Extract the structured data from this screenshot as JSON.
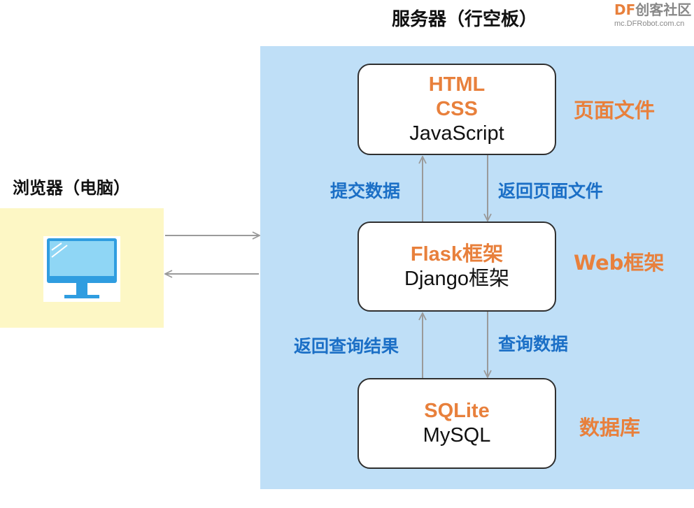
{
  "titles": {
    "server": "服务器（行空板）",
    "browser": "浏览器（电脑）"
  },
  "watermark": {
    "brand_df": "DF",
    "brand_cn": "创客社区",
    "url": "mc.DFRobot.com.cn"
  },
  "layers": [
    {
      "lines_highlight": [
        "HTML",
        "CSS"
      ],
      "lines_normal": [
        "JavaScript"
      ],
      "side_label": "页面文件"
    },
    {
      "lines_highlight": [
        "Flask框架"
      ],
      "lines_normal": [
        "Django框架"
      ],
      "side_label": "Web框架"
    },
    {
      "lines_highlight": [
        "SQLite"
      ],
      "lines_normal": [
        "MySQL"
      ],
      "side_label": "数据库"
    }
  ],
  "arrow_labels": {
    "submit_data": "提交数据",
    "return_page_files": "返回页面文件",
    "return_query_result": "返回查询结果",
    "query_data": "查询数据"
  },
  "icons": {
    "monitor": "monitor-icon"
  },
  "colors": {
    "server_panel": "#bfdff7",
    "browser_panel": "#fdf7c5",
    "highlight": "#e8803c",
    "arrow_label": "#1b6fc6",
    "monitor_screen": "#8fd6f5",
    "monitor_frame": "#2f9de0"
  }
}
